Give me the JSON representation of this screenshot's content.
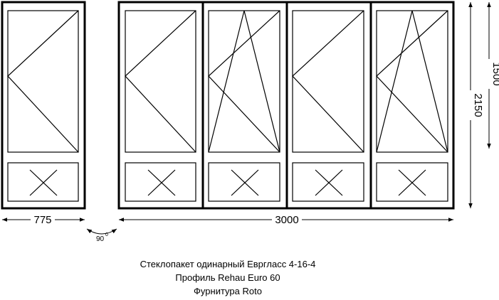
{
  "dimensions": {
    "door_width": "775",
    "window_width": "3000",
    "total_height": "2150",
    "sash_height": "1500",
    "angle_value": "90",
    "angle_degree": "0"
  },
  "notes": {
    "glazing": "Стеклопакет одинарный Евргласс 4-16-4",
    "profile": "Профиль Rehau Euro 60",
    "hardware": "Фурнитура Roto"
  },
  "sashes": [
    "turn",
    "turn",
    "tilt-turn",
    "turn",
    "tilt-turn"
  ],
  "colors": {
    "line": "#000000",
    "background": "#ffffff"
  }
}
